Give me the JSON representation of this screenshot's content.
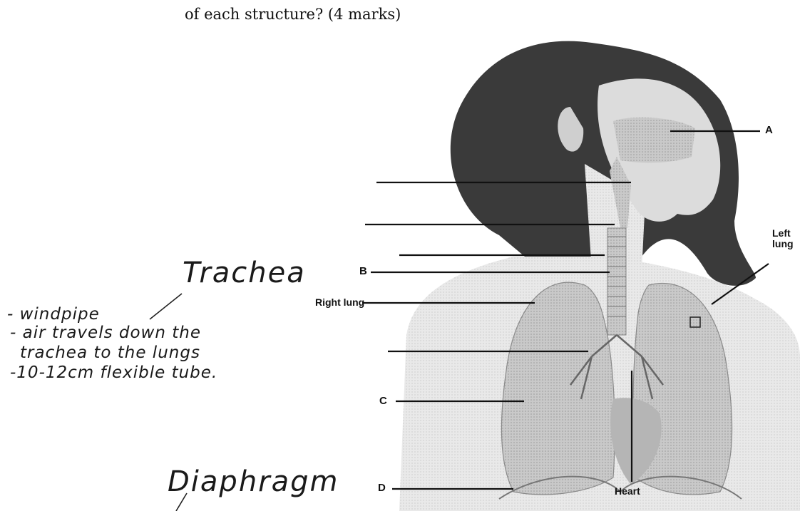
{
  "question": {
    "text": "of each structure? (4 marks)"
  },
  "labels": {
    "a": "A",
    "b": "B",
    "c": "C",
    "d": "D",
    "right_lung": "Right lung",
    "left_lung": "Left lung",
    "heart": "Heart"
  },
  "handwriting": {
    "answer_b_title": "Trachea",
    "answer_b_notes": [
      "- windpipe",
      "- air travels down the",
      "trachea to the lungs",
      "-10-12cm flexible tube."
    ],
    "answer_d_title": "Diaphragm"
  }
}
